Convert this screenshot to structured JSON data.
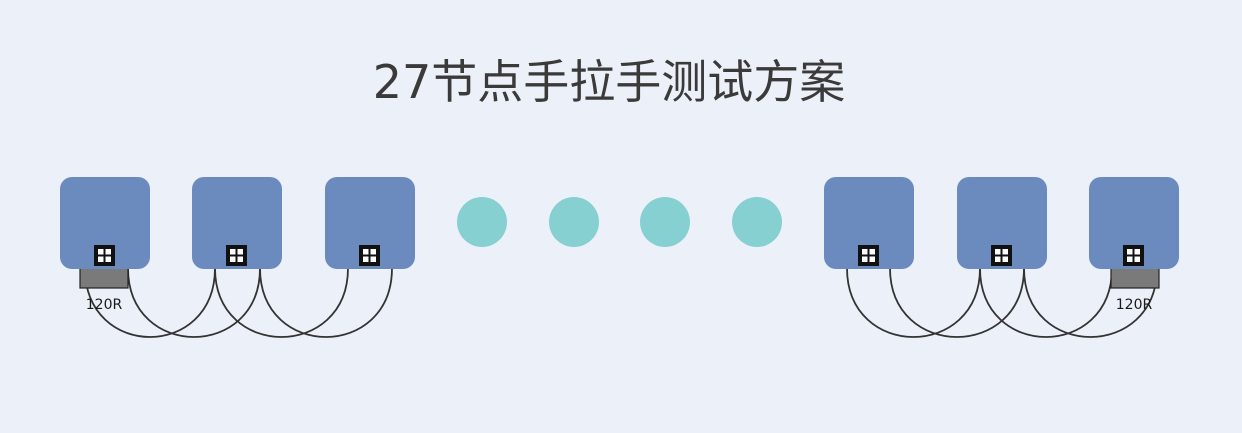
{
  "title": "27节点手拉手测试方案",
  "colors": {
    "background": "#ECF0F8",
    "node_fill": "#6B8BBF",
    "ellipsis_dot": "#86D0D1",
    "wire": "#333333",
    "terminator_fill": "#7A7A7A",
    "connector_fill": "#111111",
    "title_text": "#3A3A3A"
  },
  "left_group": {
    "terminator_label": "120R"
  },
  "right_group": {
    "terminator_label": "120R"
  }
}
